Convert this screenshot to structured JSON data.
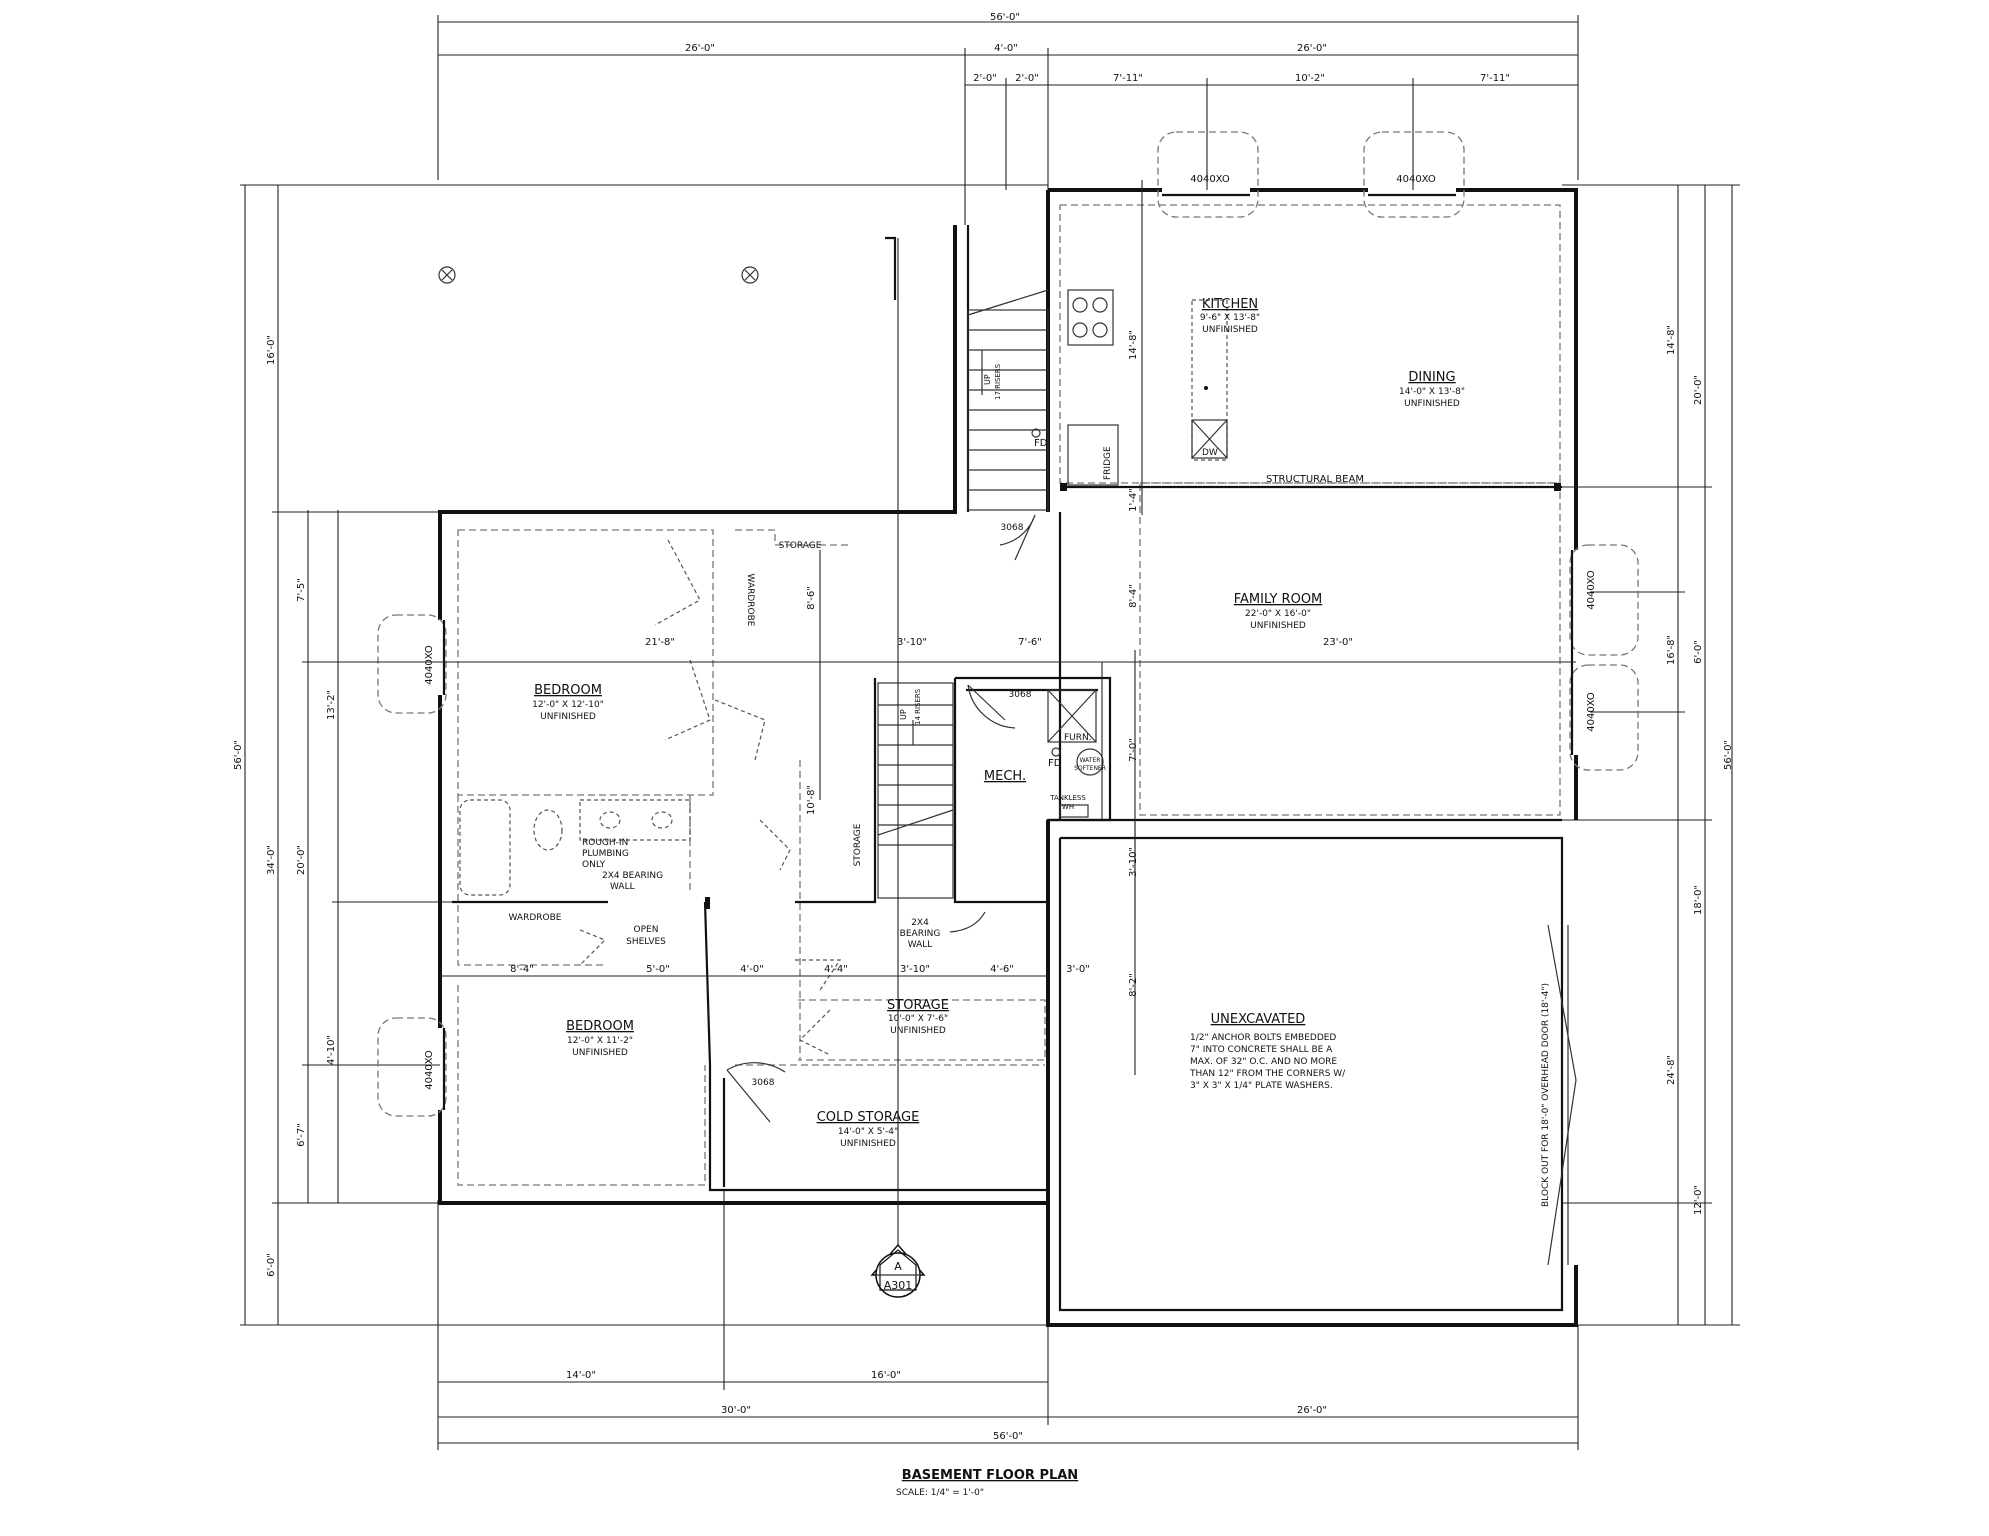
{
  "title": "BASEMENT FLOOR PLAN",
  "scale": "SCALE: 1/4\" = 1'-0\"",
  "rooms": {
    "kitchen": {
      "name": "KITCHEN",
      "size": "9'-6\" X 13'-8\"",
      "finish": "UNFINISHED"
    },
    "dining": {
      "name": "DINING",
      "size": "14'-0\" X 13'-8\"",
      "finish": "UNFINISHED"
    },
    "family": {
      "name": "FAMILY ROOM",
      "size": "22'-0\" X 16'-0\"",
      "finish": "UNFINISHED"
    },
    "bedroom1": {
      "name": "BEDROOM",
      "size": "12'-0\" X 12'-10\"",
      "finish": "UNFINISHED"
    },
    "bedroom2": {
      "name": "BEDROOM",
      "size": "12'-0\" X 11'-2\"",
      "finish": "UNFINISHED"
    },
    "storage": {
      "name": "STORAGE",
      "size": "10'-0\" X 7'-6\"",
      "finish": "UNFINISHED"
    },
    "cold": {
      "name": "COLD STORAGE",
      "size": "14'-0\" X 5'-4\"",
      "finish": "UNFINISHED"
    },
    "mech": {
      "name": "MECH."
    },
    "unexcavated": {
      "name": "UNEXCAVATED",
      "notes": [
        "1/2\" ANCHOR BOLTS EMBEDDED",
        "7\" INTO CONCRETE SHALL BE A",
        "MAX. OF 32\" O.C. AND NO MORE",
        "THAN 12\" FROM THE CORNERS W/",
        "3\" X 3\" X 1/4\" PLATE WASHERS."
      ]
    }
  },
  "labels": {
    "structural_beam": "STRUCTURAL BEAM",
    "storage_small": "STORAGE",
    "wardrobe": "WARDROBE",
    "open_shelves_1": "OPEN",
    "open_shelves_2": "SHELVES",
    "rough_in_1": "ROUGH-IN",
    "rough_in_2": "PLUMBING",
    "rough_in_3": "ONLY",
    "bearing_1a": "2X4 BEARING",
    "bearing_1b": "WALL",
    "bearing_2a": "2X4",
    "bearing_2b": "BEARING",
    "bearing_2c": "WALL",
    "fridge": "FRIDGE",
    "dw": "DW",
    "fd": "FD",
    "furn": "FURN.",
    "water_1": "WATER",
    "water_2": "SOFTENER",
    "tankless_1": "TANKLESS",
    "tankless_2": "WH",
    "up_stairs_1": "UP",
    "up_stairs_2": "17 RISERS",
    "up_stairs_3": "14 RISERS",
    "overhead_door": "BLOCK OUT FOR 18'-0\" OVERHEAD DOOR (18'-4\")",
    "door_3068": "3068",
    "window_4040": "4040XO",
    "section_a": "A",
    "section_ref": "A301"
  },
  "dims": {
    "top_overall": "56'-0\"",
    "top_26_left": "26'-0\"",
    "top_4": "4'-0\"",
    "top_26_right": "26'-0\"",
    "top_2a": "2'-0\"",
    "top_2b": "2'-0\"",
    "top_7_11a": "7'-11\"",
    "top_10_2": "10'-2\"",
    "top_7_11b": "7'-11\"",
    "bot_14": "14'-0\"",
    "bot_16": "16'-0\"",
    "bot_30": "30'-0\"",
    "bot_26": "26'-0\"",
    "bot_56": "56'-0\"",
    "left_56": "56'-0\"",
    "left_16": "16'-0\"",
    "left_34": "34'-0\"",
    "left_6": "6'-0\"",
    "left_20": "20'-0\"",
    "left_13_2": "13'-2\"",
    "left_7_5": "7'-5\"",
    "left_4_10": "4'-10\"",
    "left_6_7": "6'-7\"",
    "right_56": "56'-0\"",
    "right_20": "20'-0\"",
    "right_18": "18'-0\"",
    "right_14_8": "14'-8\"",
    "right_16_8": "16'-8\"",
    "right_6": "6'-0\"",
    "right_24_8": "24'-8\"",
    "right_12": "12'-0\"",
    "int_21_8": "21'-8\"",
    "int_3_10a": "3'-10\"",
    "int_7_6": "7'-6\"",
    "int_23": "23'-0\"",
    "int_8_4a": "8'-4\"",
    "int_5": "5'-0\"",
    "int_4": "4'-0\"",
    "int_4_4": "4'-4\"",
    "int_3_10b": "3'-10\"",
    "int_4_6": "4'-6\"",
    "int_3": "3'-0\"",
    "int_14_8": "14'-8\"",
    "int_1_4": "1'-4\"",
    "int_8_4b": "8'-4\"",
    "int_7": "7'-0\"",
    "int_3_10c": "3'-10\"",
    "int_8_2": "8'-2\"",
    "int_8_6": "8'-6\"",
    "int_10_8": "10'-8\""
  }
}
